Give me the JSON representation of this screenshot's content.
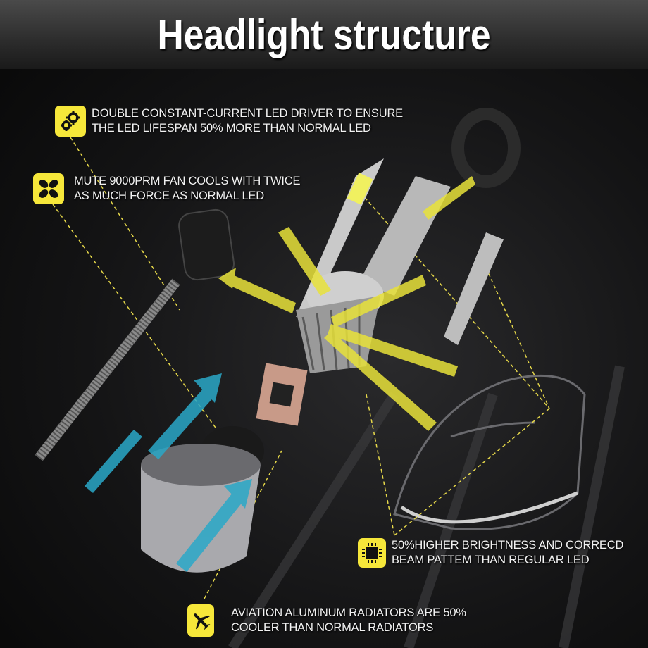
{
  "header": {
    "title": "Headlight structure"
  },
  "callouts": [
    {
      "icon": "gears-icon",
      "line1": "DOUBLE CONSTANT-CURRENT LED DRIVER TO ENSURE",
      "line2": "THE LED LIFESPAN 50% MORE THAN NORMAL LED"
    },
    {
      "icon": "fan-icon",
      "line1": "MUTE 9000PRM FAN COOLS WITH TWICE",
      "line2": "AS MUCH FORCE AS NORMAL LED"
    },
    {
      "icon": "chip-icon",
      "line1": "50%HIGHER BRIGHTNESS AND CORRECD",
      "line2": "BEAM PATTEM THAN REGULAR LED"
    },
    {
      "icon": "airplane-icon",
      "line1": "AVIATION ALUMINUM RADIATORS ARE 50%",
      "line2": "COOLER THAN NORMAL RADIATORS"
    }
  ],
  "colors": {
    "accent": "#f6e73a",
    "airflow": "#2aa8c8",
    "background": "#0b0b0c"
  }
}
